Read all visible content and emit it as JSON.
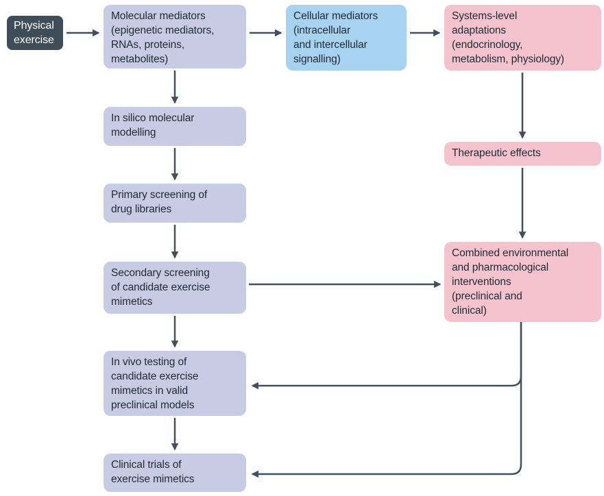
{
  "figure": {
    "type": "flowchart",
    "colors": {
      "dark": "#3e4d58",
      "lavender": "#c7cbe3",
      "blue": "#a7d2f0",
      "pink": "#f4c3cd",
      "arrow": "#41505c",
      "text": "#1e2b36",
      "text_on_dark": "#ffffff",
      "background": "#ffffff"
    },
    "boxes": [
      {
        "id": "physical-exercise",
        "style": "dark",
        "lines": [
          "Physical",
          "exercise"
        ]
      },
      {
        "id": "molecular-mediators",
        "style": "lavender",
        "lines": [
          "Molecular mediators",
          "(epigenetic mediators,",
          "RNAs, proteins,",
          "metabolites)"
        ]
      },
      {
        "id": "cellular-mediators",
        "style": "blue",
        "lines": [
          "Cellular mediators",
          "(intracellular",
          "and intercellular",
          "signalling)"
        ]
      },
      {
        "id": "systems-level-adaptations",
        "style": "pink",
        "lines": [
          "Systems-level",
          "adaptations",
          "(endocrinology,",
          "metabolism, physiology)"
        ]
      },
      {
        "id": "in-silico-modelling",
        "style": "lavender",
        "lines": [
          "In silico molecular",
          "modelling"
        ]
      },
      {
        "id": "therapeutic-effects",
        "style": "pink",
        "lines": [
          "Therapeutic effects"
        ]
      },
      {
        "id": "primary-screening",
        "style": "lavender",
        "lines": [
          "Primary screening of",
          "drug libraries"
        ]
      },
      {
        "id": "secondary-screening",
        "style": "lavender",
        "lines": [
          "Secondary screening",
          "of candidate exercise",
          "mimetics"
        ]
      },
      {
        "id": "combined-interventions",
        "style": "pink",
        "lines": [
          "Combined environmental",
          "and pharmacological",
          "interventions",
          "(preclinical and",
          "clinical)"
        ]
      },
      {
        "id": "in-vivo-testing",
        "style": "lavender",
        "lines": [
          "In vivo testing of",
          "candidate exercise",
          "mimetics in valid",
          "preclinical models"
        ]
      },
      {
        "id": "clinical-trials",
        "style": "lavender",
        "lines": [
          "Clinical trials of",
          "exercise mimetics"
        ]
      }
    ],
    "connections": [
      {
        "from": "physical-exercise",
        "to": "molecular-mediators"
      },
      {
        "from": "molecular-mediators",
        "to": "cellular-mediators"
      },
      {
        "from": "cellular-mediators",
        "to": "systems-level-adaptations"
      },
      {
        "from": "molecular-mediators",
        "to": "in-silico-modelling"
      },
      {
        "from": "in-silico-modelling",
        "to": "primary-screening"
      },
      {
        "from": "primary-screening",
        "to": "secondary-screening"
      },
      {
        "from": "secondary-screening",
        "to": "in-vivo-testing"
      },
      {
        "from": "in-vivo-testing",
        "to": "clinical-trials"
      },
      {
        "from": "systems-level-adaptations",
        "to": "therapeutic-effects"
      },
      {
        "from": "therapeutic-effects",
        "to": "combined-interventions"
      },
      {
        "from": "secondary-screening",
        "to": "combined-interventions"
      },
      {
        "from": "combined-interventions",
        "to": "in-vivo-testing"
      },
      {
        "from": "combined-interventions",
        "to": "clinical-trials"
      }
    ]
  }
}
